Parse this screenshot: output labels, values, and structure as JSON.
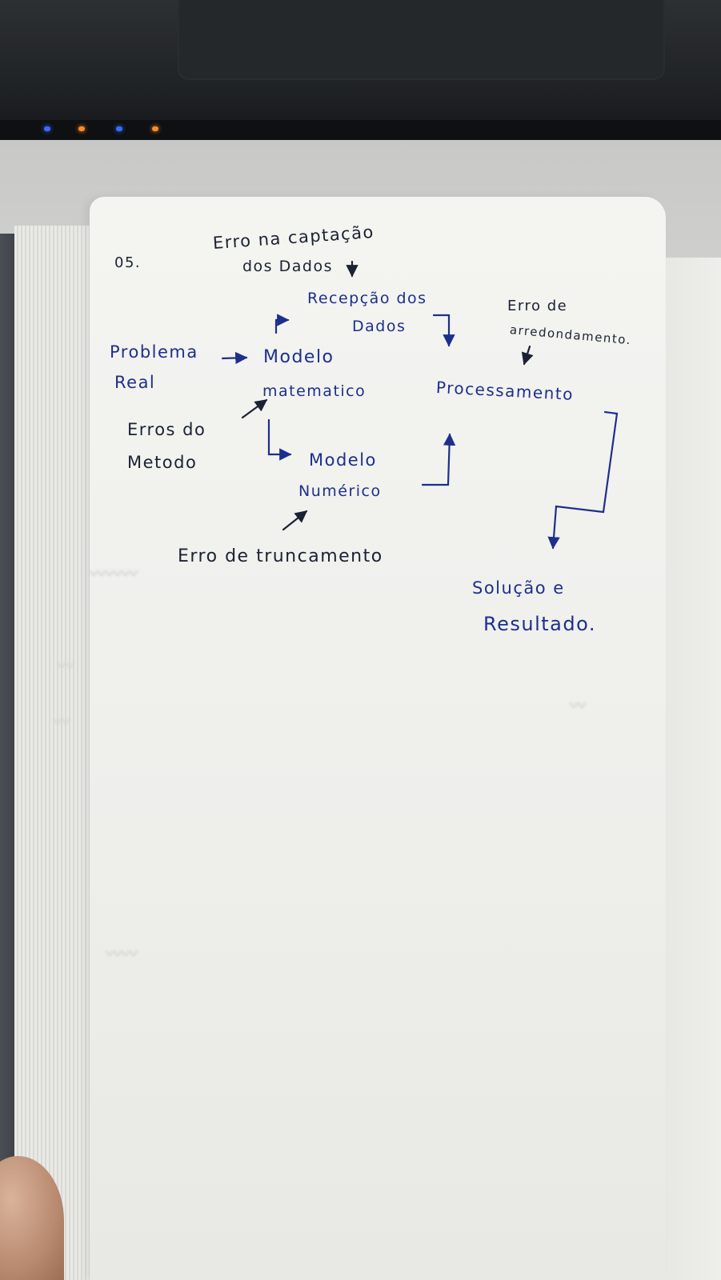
{
  "notebook": {
    "question_number": "05.",
    "labels": {
      "erro_captacao_1": "Erro na captação",
      "erro_captacao_2": "dos Dados",
      "recepcao_1": "Recepção dos",
      "recepcao_2": "Dados",
      "erro_arred_1": "Erro de",
      "erro_arred_2": "arredondamento.",
      "problema_1": "Problema",
      "problema_2": "Real",
      "modelo_mat_1": "Modelo",
      "modelo_mat_2": "matematico",
      "processamento": "Processamento",
      "erros_metodo_1": "Erros do",
      "erros_metodo_2": "Metodo",
      "modelo_num_1": "Modelo",
      "modelo_num_2": "Numérico",
      "erro_trunc": "Erro de truncamento",
      "solucao_1": "Solução e",
      "solucao_2": "Resultado."
    },
    "ink_color": "#1d2f8c",
    "pencil_color": "#1b2233"
  }
}
